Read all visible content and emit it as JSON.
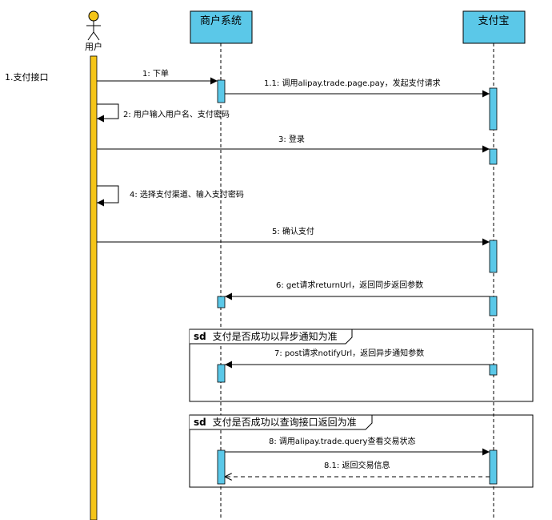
{
  "actor": {
    "label": "用户"
  },
  "lifelines": {
    "merchant": "商户系统",
    "alipay": "支付宝"
  },
  "section_label": "1.支付接口",
  "messages": {
    "m1": "1:  下单",
    "m1_1": "1.1:  调用alipay.trade.page.pay，发起支付请求",
    "m2": "2:  用户输入用户名、支付密码",
    "m3": "3:    登录",
    "m4": "4:  选择支付渠道、输入支付密码",
    "m5": "5:  确认支付",
    "m6": "6:  get请求returnUrl，返回同步返回参数",
    "m7": "7:  post请求notifyUrl，返回异步通知参数",
    "m8": "8:  调用alipay.trade.query查看交易状态",
    "m8_1": "8.1:  返回交易信息"
  },
  "frames": {
    "f1": {
      "keyword": "sd",
      "text": "支付是否成功以异步通知为准"
    },
    "f2": {
      "keyword": "sd",
      "text": "支付是否成功以查询接口返回为准"
    }
  },
  "colors": {
    "actor_bar": "#f5c518",
    "activation": "#5bc8e8",
    "header_box": "#5bc8e8"
  }
}
